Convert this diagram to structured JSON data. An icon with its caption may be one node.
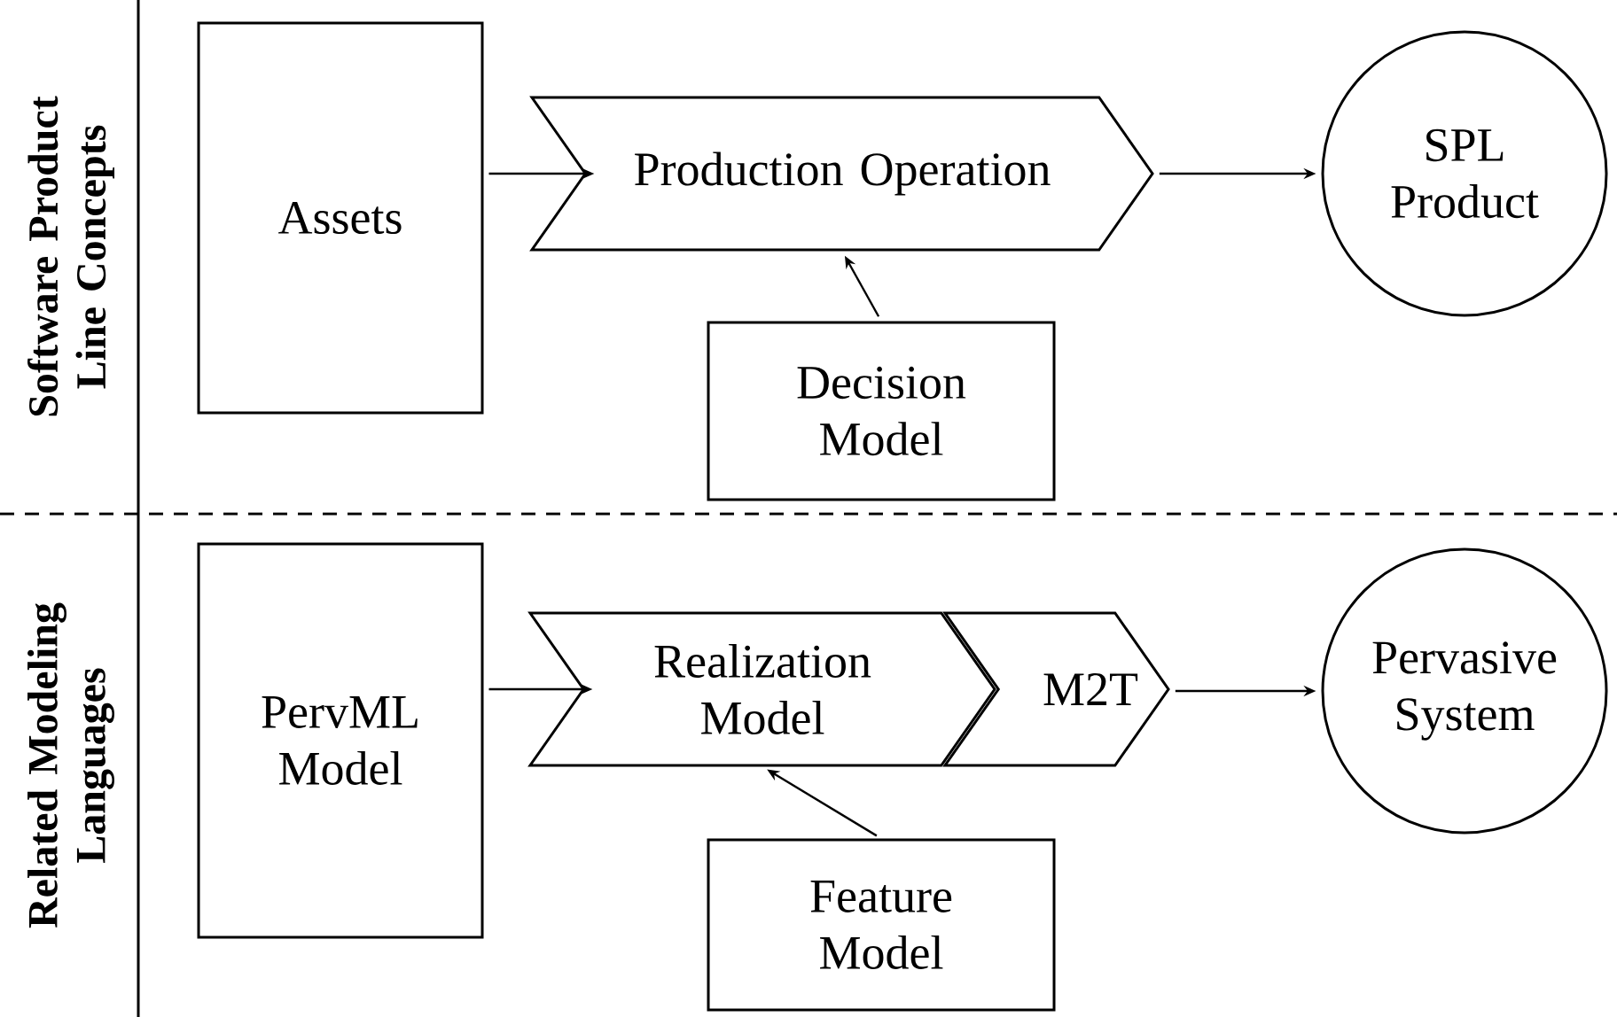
{
  "diagram": {
    "nodes": [
      {
        "text": [
          "Assets"
        ]
      },
      {
        "text": [
          "Production Operation"
        ]
      },
      {
        "text": [
          "SPL Product"
        ]
      },
      {
        "text": [
          "Decision Model"
        ]
      },
      {
        "text": [
          "PervML Model"
        ]
      },
      {
        "text": [
          "Realization Model"
        ]
      },
      {
        "text": [
          "M2T"
        ]
      },
      {
        "text": [
          "Pervasive System"
        ]
      },
      {
        "text": [
          "Feature Model"
        ]
      }
    ],
    "edges": [
      {
        "from": 0,
        "to": 1,
        "arrow": "to"
      },
      {
        "from": 1,
        "to": 2,
        "arrow": "to"
      },
      {
        "from": 3,
        "to": 1,
        "arrow": "to"
      },
      {
        "from": 4,
        "to": 5,
        "arrow": "to"
      },
      {
        "from": 6,
        "to": 7,
        "arrow": "to"
      },
      {
        "from": 8,
        "to": 5,
        "arrow": "to"
      }
    ],
    "labels": [
      "Software Product Line Concepts",
      "Related Modeling Languages"
    ]
  }
}
